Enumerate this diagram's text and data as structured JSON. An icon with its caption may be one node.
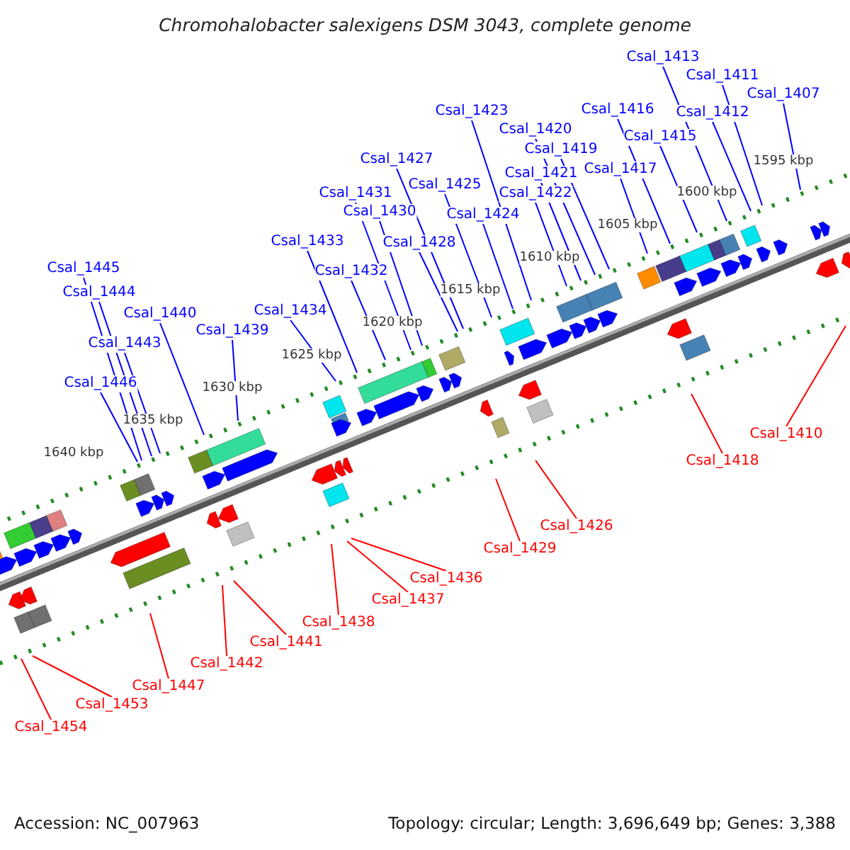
{
  "diagram": {
    "title": "Chromohalobacter salexigens DSM 3043, complete genome",
    "nodes": [
      {
        "text": [
          "Csal_1413"
        ]
      },
      {
        "text": [
          "Csal_1411"
        ]
      },
      {
        "text": [
          "Csal_1407"
        ]
      },
      {
        "text": [
          "Csal_1416"
        ]
      },
      {
        "text": [
          "Csal_1423"
        ]
      },
      {
        "text": [
          "Csal_1412"
        ]
      },
      {
        "text": [
          "Csal_1420"
        ]
      },
      {
        "text": [
          "Csal_1415"
        ]
      },
      {
        "text": [
          "Csal_1419"
        ]
      },
      {
        "text": [
          "Csal_1427"
        ]
      },
      {
        "text": [
          "Csal_1417"
        ]
      },
      {
        "text": [
          "Csal_1421"
        ]
      },
      {
        "text": [
          "Csal_1425"
        ]
      },
      {
        "text": [
          "Csal_1422"
        ]
      },
      {
        "text": [
          "Csal_1431"
        ]
      },
      {
        "text": [
          "Csal_1430"
        ]
      },
      {
        "text": [
          "Csal_1424"
        ]
      },
      {
        "text": [
          "Csal_1433"
        ]
      },
      {
        "text": [
          "Csal_1428"
        ]
      },
      {
        "text": [
          "Csal_1445"
        ]
      },
      {
        "text": [
          "Csal_1432"
        ]
      },
      {
        "text": [
          "Csal_1444"
        ]
      },
      {
        "text": [
          "Csal_1434"
        ]
      },
      {
        "text": [
          "Csal_1440"
        ]
      },
      {
        "text": [
          "Csal_1439"
        ]
      },
      {
        "text": [
          "Csal_1443"
        ]
      },
      {
        "text": [
          "Csal_1446"
        ]
      },
      {
        "text": [
          "Csal_1410"
        ]
      },
      {
        "text": [
          "Csal_1418"
        ]
      },
      {
        "text": [
          "Csal_1426"
        ]
      },
      {
        "text": [
          "Csal_1429"
        ]
      },
      {
        "text": [
          "Csal_1436"
        ]
      },
      {
        "text": [
          "Csal_1437"
        ]
      },
      {
        "text": [
          "Csal_1438"
        ]
      },
      {
        "text": [
          "Csal_1441"
        ]
      },
      {
        "text": [
          "Csal_1442"
        ]
      },
      {
        "text": [
          "Csal_1447"
        ]
      },
      {
        "text": [
          "Csal_1453"
        ]
      },
      {
        "text": [
          "Csal_1454"
        ]
      }
    ],
    "edges": [
      {
        "from": 0,
        "to": null,
        "arrow": "none"
      },
      {
        "from": 1,
        "to": null,
        "arrow": "none"
      },
      {
        "from": 2,
        "to": null,
        "arrow": "none"
      },
      {
        "from": 3,
        "to": null,
        "arrow": "none"
      },
      {
        "from": 4,
        "to": null,
        "arrow": "none"
      },
      {
        "from": 5,
        "to": null,
        "arrow": "none"
      },
      {
        "from": 6,
        "to": null,
        "arrow": "none"
      },
      {
        "from": 7,
        "to": null,
        "arrow": "none"
      },
      {
        "from": 8,
        "to": null,
        "arrow": "none"
      },
      {
        "from": 9,
        "to": null,
        "arrow": "none"
      },
      {
        "from": 10,
        "to": null,
        "arrow": "none"
      },
      {
        "from": 11,
        "to": null,
        "arrow": "none"
      },
      {
        "from": 12,
        "to": null,
        "arrow": "none"
      },
      {
        "from": 13,
        "to": null,
        "arrow": "none"
      },
      {
        "from": 14,
        "to": null,
        "arrow": "none"
      },
      {
        "from": 15,
        "to": null,
        "arrow": "none"
      },
      {
        "from": 16,
        "to": null,
        "arrow": "none"
      },
      {
        "from": 17,
        "to": null,
        "arrow": "none"
      },
      {
        "from": 18,
        "to": null,
        "arrow": "none"
      },
      {
        "from": 19,
        "to": null,
        "arrow": "none"
      },
      {
        "from": 20,
        "to": null,
        "arrow": "none"
      },
      {
        "from": 21,
        "to": null,
        "arrow": "none"
      },
      {
        "from": 22,
        "to": null,
        "arrow": "none"
      },
      {
        "from": 23,
        "to": null,
        "arrow": "none"
      },
      {
        "from": 24,
        "to": null,
        "arrow": "none"
      },
      {
        "from": 25,
        "to": null,
        "arrow": "none"
      },
      {
        "from": 26,
        "to": null,
        "arrow": "none"
      },
      {
        "from": 27,
        "to": null,
        "arrow": "none",
        "color": "#ff0000"
      },
      {
        "from": 28,
        "to": null,
        "arrow": "none",
        "color": "#ff0000"
      },
      {
        "from": 29,
        "to": null,
        "arrow": "none",
        "color": "#ff0000"
      },
      {
        "from": 30,
        "to": null,
        "arrow": "none",
        "color": "#ff0000"
      },
      {
        "from": 31,
        "to": null,
        "arrow": "none",
        "color": "#ff0000"
      },
      {
        "from": 32,
        "to": null,
        "arrow": "none",
        "color": "#ff0000"
      },
      {
        "from": 33,
        "to": null,
        "arrow": "none",
        "color": "#ff0000"
      },
      {
        "from": 34,
        "to": null,
        "arrow": "none",
        "color": "#ff0000"
      },
      {
        "from": 35,
        "to": null,
        "arrow": "none",
        "color": "#ff0000"
      },
      {
        "from": 36,
        "to": null,
        "arrow": "none",
        "color": "#ff0000"
      },
      {
        "from": 37,
        "to": null,
        "arrow": "none",
        "color": "#ff0000"
      },
      {
        "from": 38,
        "to": null,
        "arrow": "none",
        "color": "#ff0000"
      }
    ],
    "labels": [
      "1595 kbp",
      "1600 kbp",
      "1605 kbp",
      "1610 kbp",
      "1615 kbp",
      "1620 kbp",
      "1625 kbp",
      "1630 kbp",
      "1635 kbp",
      "1640 kbp",
      "Accession: NC_007963",
      "Topology: circular; Length: 3,696,649 bp; Genes: 3,388"
    ]
  }
}
